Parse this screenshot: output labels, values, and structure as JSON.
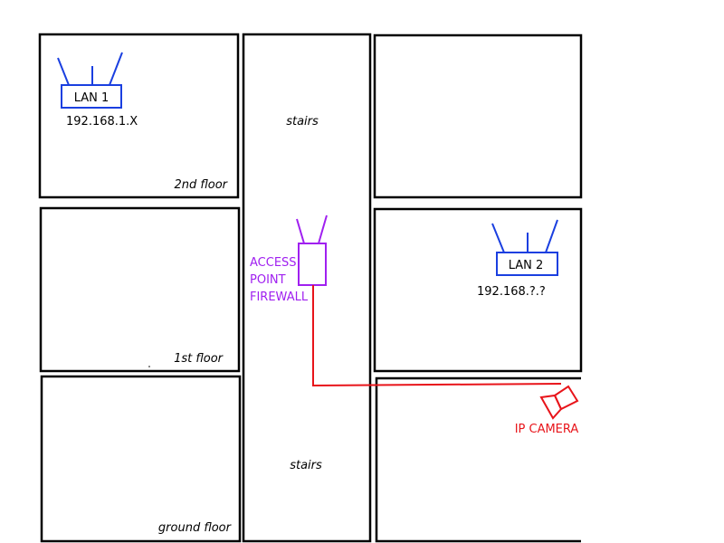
{
  "diagram": {
    "type": "building-floor-plan-network",
    "colors": {
      "walls": "#000000",
      "lan": "#1a3fe0",
      "access_point": "#a020f0",
      "camera_link": "#e8141a"
    },
    "floors": [
      {
        "id": "second",
        "label": "2nd floor"
      },
      {
        "id": "first",
        "label": "1st floor"
      },
      {
        "id": "ground",
        "label": "ground floor"
      }
    ],
    "stairs": {
      "upper_label": "stairs",
      "lower_label": "stairs"
    },
    "devices": {
      "lan1": {
        "label": "LAN 1",
        "ip": "192.168.1.X",
        "icon": "router-icon"
      },
      "lan2": {
        "label": "LAN 2",
        "ip": "192.168.?.?",
        "icon": "router-icon"
      },
      "access_point": {
        "label_lines": [
          "ACCESS",
          "POINT",
          "FIREWALL"
        ],
        "icon": "access-point-icon"
      },
      "ip_camera": {
        "label": "IP CAMERA",
        "icon": "camera-icon"
      }
    },
    "connections": [
      {
        "from": "access_point",
        "to": "ip_camera",
        "color": "red"
      }
    ]
  }
}
